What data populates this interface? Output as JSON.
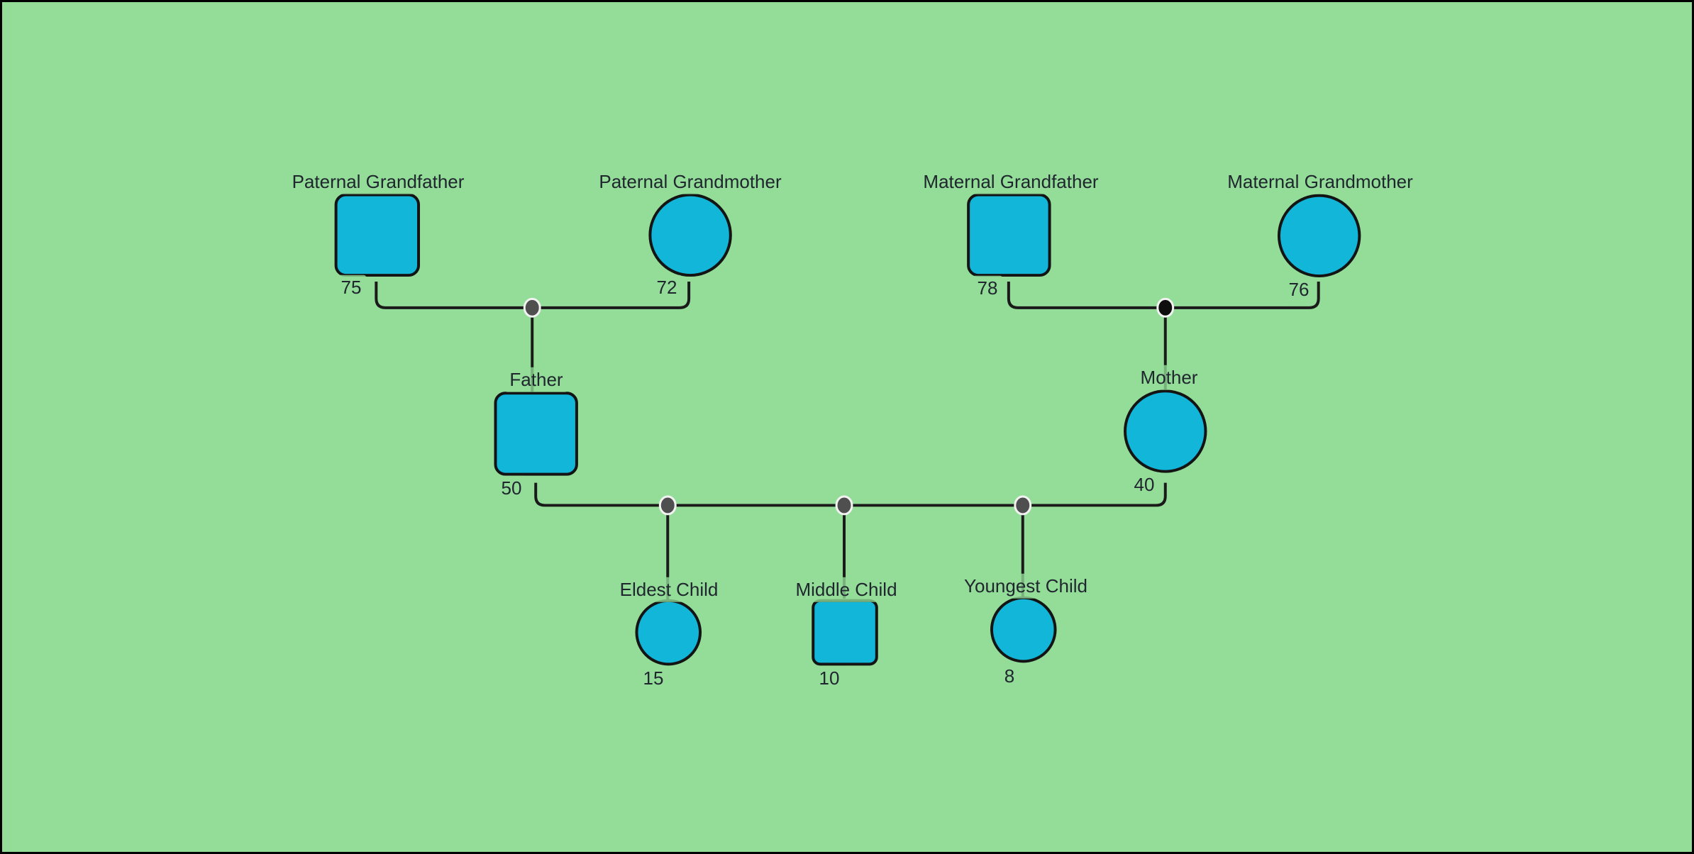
{
  "canvas": {
    "background": "#93dd99",
    "node_fill": "#12b6d8",
    "node_border": "#141414",
    "line_color": "#1a1a1a",
    "junction_gray": "#4f4f4f",
    "junction_black": "#0e0e0e",
    "junction_ring": "#f2f2f2",
    "text_color": "#20262e"
  },
  "members": {
    "pgf": {
      "label": "Paternal Grandfather",
      "age": "75",
      "shape": "square",
      "generation": "grandparents"
    },
    "pgm": {
      "label": "Paternal Grandmother",
      "age": "72",
      "shape": "circle",
      "generation": "grandparents"
    },
    "mgf": {
      "label": "Maternal Grandfather",
      "age": "78",
      "shape": "square",
      "generation": "grandparents"
    },
    "mgm": {
      "label": "Maternal Grandmother",
      "age": "76",
      "shape": "circle",
      "generation": "grandparents"
    },
    "father": {
      "label": "Father",
      "age": "50",
      "shape": "square",
      "generation": "parents"
    },
    "mother": {
      "label": "Mother",
      "age": "40",
      "shape": "circle",
      "generation": "parents"
    },
    "eldest": {
      "label": "Eldest Child",
      "age": "15",
      "shape": "circle",
      "generation": "children"
    },
    "middle": {
      "label": "Middle Child",
      "age": "10",
      "shape": "square",
      "generation": "children"
    },
    "youngest": {
      "label": "Youngest Child",
      "age": "8",
      "shape": "circle",
      "generation": "children"
    }
  }
}
